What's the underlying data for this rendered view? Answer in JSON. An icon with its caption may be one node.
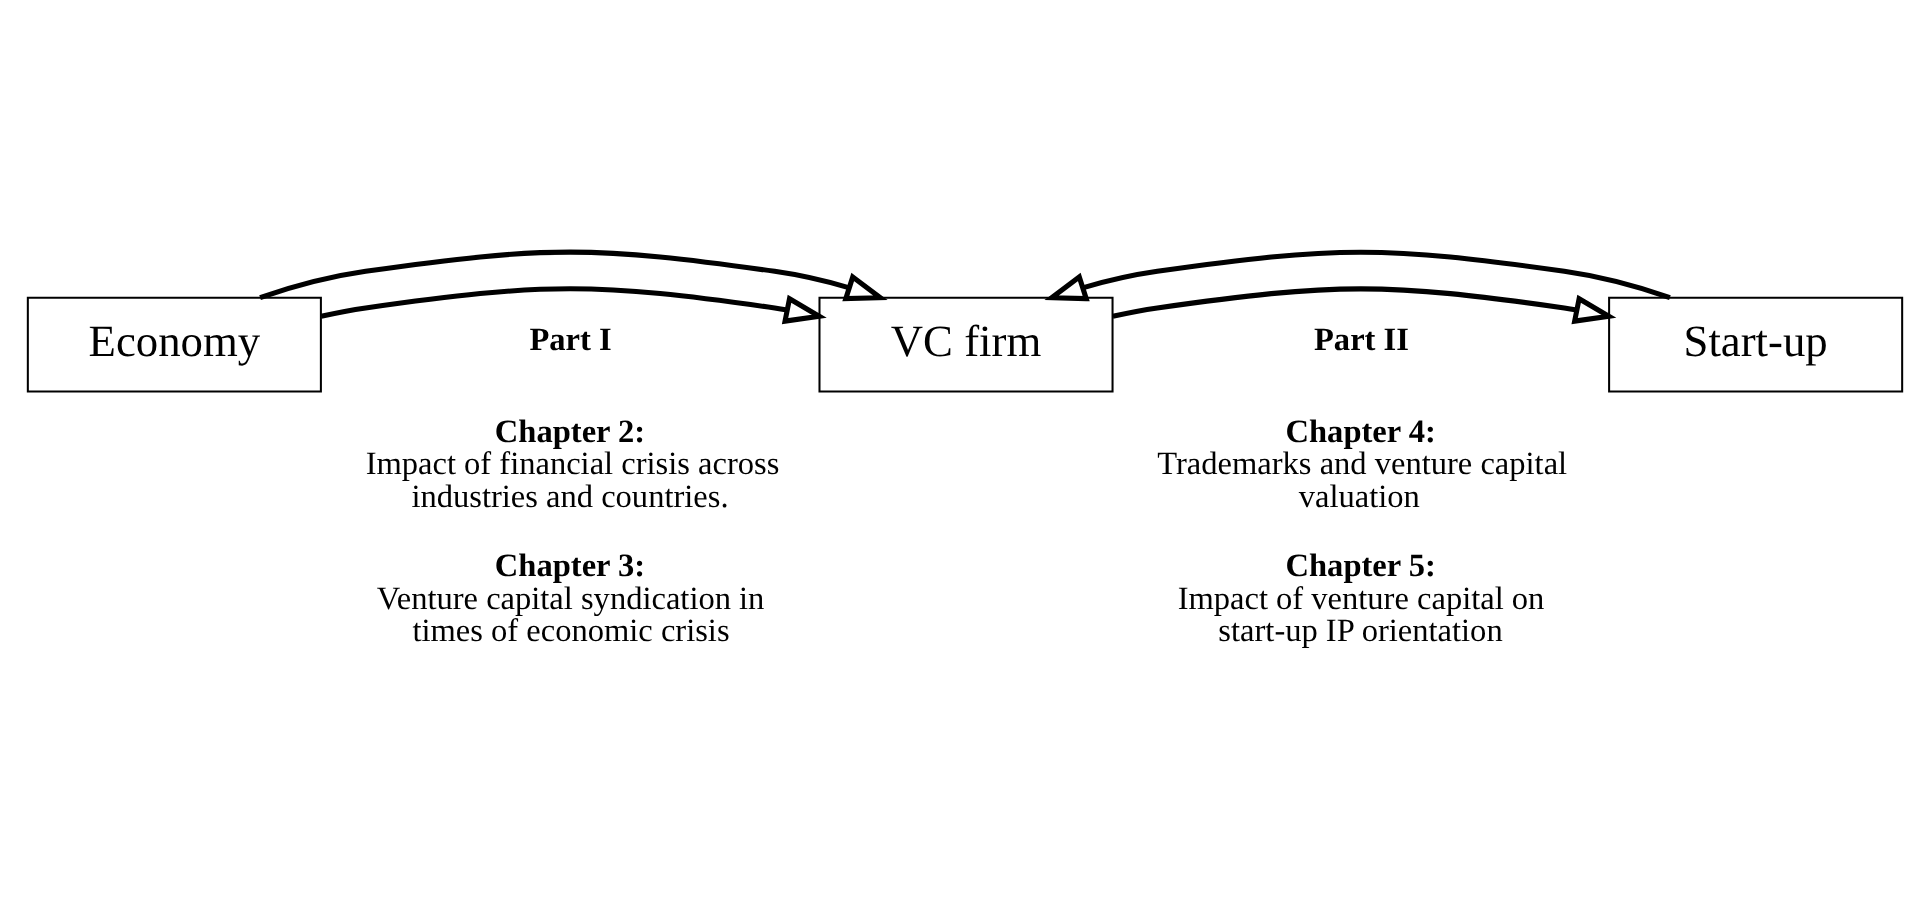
{
  "diagram": {
    "nodes": [
      {
        "text": [
          "Economy"
        ]
      },
      {
        "text": [
          "VC firm"
        ]
      },
      {
        "text": [
          "Start-up"
        ]
      }
    ],
    "edges": [
      {
        "from": 0,
        "to": 1,
        "arrow": "to"
      },
      {
        "from": 2,
        "to": 1,
        "arrow": "to"
      },
      {
        "from": 0,
        "to": 1,
        "arrow": "to"
      },
      {
        "from": 1,
        "to": 2,
        "arrow": "to"
      }
    ],
    "labels": [
      "Part I",
      "Part II",
      "Chapter 2:",
      "Impact of financial crisis across industries and countries.",
      "Chapter 4:",
      "Trademarks and venture capital valuation",
      "Chapter 3:",
      "Venture capital syndication in times of economic crisis",
      "Chapter 5:",
      "Impact of venture capital on start-up IP orientation"
    ]
  }
}
